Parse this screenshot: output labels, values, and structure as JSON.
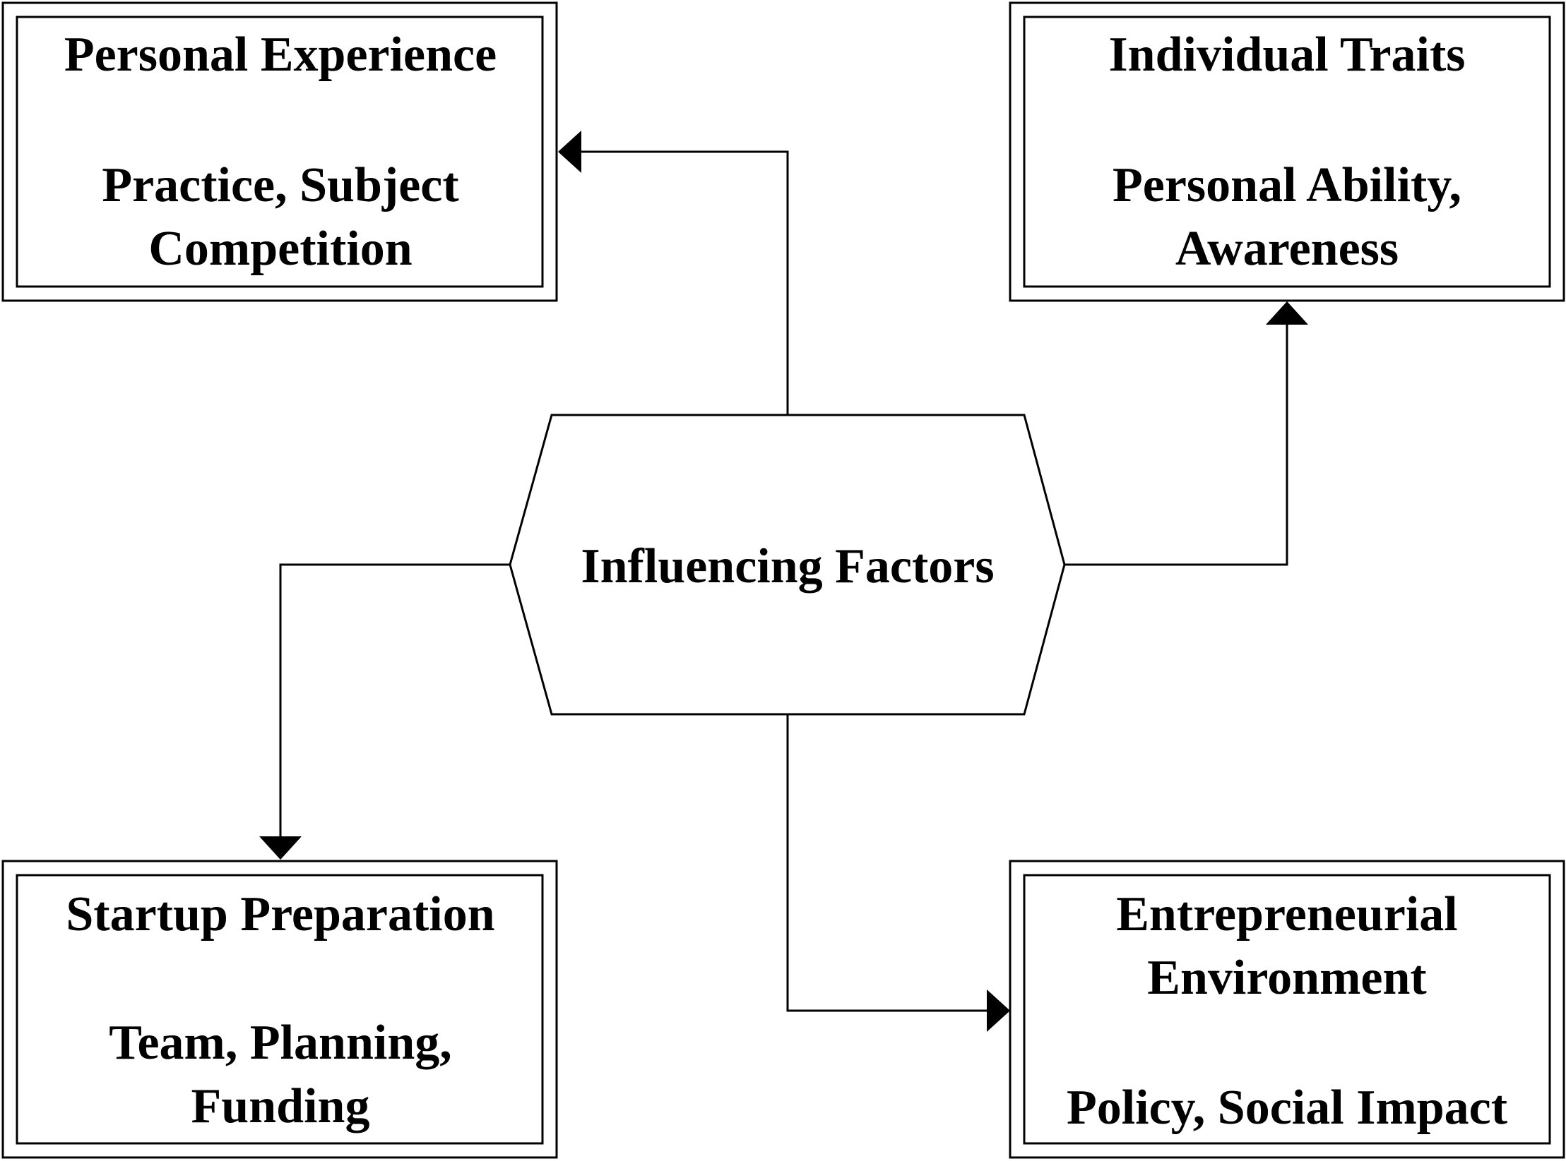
{
  "center": {
    "label": "Influencing Factors"
  },
  "boxes": {
    "personal_experience": {
      "title": "Personal Experience",
      "detail_line1": "Practice, Subject",
      "detail_line2": "Competition"
    },
    "individual_traits": {
      "title": "Individual Traits",
      "detail_line1": "Personal Ability,",
      "detail_line2": "Awareness"
    },
    "startup_preparation": {
      "title": "Startup Preparation",
      "detail_line1": "Team, Planning,",
      "detail_line2": "Funding"
    },
    "entrepreneurial_environment": {
      "title_line1": "Entrepreneurial",
      "title_line2": "Environment",
      "detail": "Policy, Social Impact"
    }
  },
  "colors": {
    "stroke": "#000000",
    "background": "#ffffff"
  }
}
